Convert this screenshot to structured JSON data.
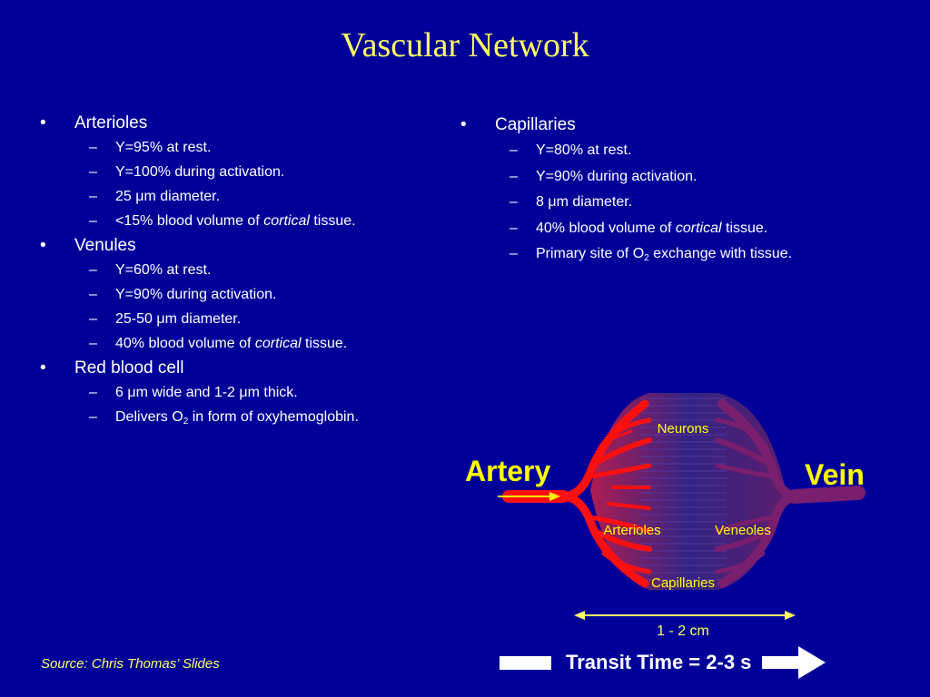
{
  "title": "Vascular Network",
  "left_column": [
    {
      "label": "Arterioles",
      "subs": [
        {
          "pre": "Y=95% at rest.",
          "mid": "",
          "post": ""
        },
        {
          "pre": "Y=100% during activation.",
          "mid": "",
          "post": ""
        },
        {
          "pre": "25 μm diameter.",
          "mid": "",
          "post": ""
        },
        {
          "pre": "<15% blood volume of ",
          "mid": "cortical",
          "post": " tissue."
        }
      ]
    },
    {
      "label": "Venules",
      "subs": [
        {
          "pre": "Y=60% at rest.",
          "mid": "",
          "post": ""
        },
        {
          "pre": "Y=90% during activation.",
          "mid": "",
          "post": ""
        },
        {
          "pre": "25-50 μm diameter.",
          "mid": "",
          "post": ""
        },
        {
          "pre": "40% blood volume of ",
          "mid": "cortical",
          "post": " tissue."
        }
      ]
    },
    {
      "label": "Red blood cell",
      "subs": [
        {
          "pre": "6 μm wide and 1-2 μm thick.",
          "mid": "",
          "post": ""
        },
        {
          "pre": "Delivers O",
          "sub": "2",
          "post": " in form of oxyhemoglobin."
        }
      ]
    }
  ],
  "right_column": [
    {
      "label": "Capillaries",
      "subs": [
        {
          "pre": "Y=80% at rest.",
          "mid": "",
          "post": ""
        },
        {
          "pre": "Y=90% during activation.",
          "mid": "",
          "post": ""
        },
        {
          "pre": "8 μm diameter.",
          "mid": "",
          "post": ""
        },
        {
          "pre": "40% blood volume of ",
          "mid": "cortical",
          "post": " tissue."
        },
        {
          "pre": "Primary site of O",
          "sub": "2",
          "post": " exchange with tissue."
        }
      ]
    }
  ],
  "diagram": {
    "artery": "Artery",
    "vein": "Vein",
    "neurons": "Neurons",
    "arterioles": "Arterioles",
    "veneoles": "Veneoles",
    "capillaries": "Capillaries",
    "scale": "1 - 2 cm"
  },
  "transit": "Transit Time = 2-3 s",
  "source": "Source: Chris Thomas’ Slides",
  "colors": {
    "background": "#000099",
    "title": "#ffff66",
    "artery": "#ff0000",
    "vein": "#7a1e6e",
    "label": "#ffff00"
  }
}
